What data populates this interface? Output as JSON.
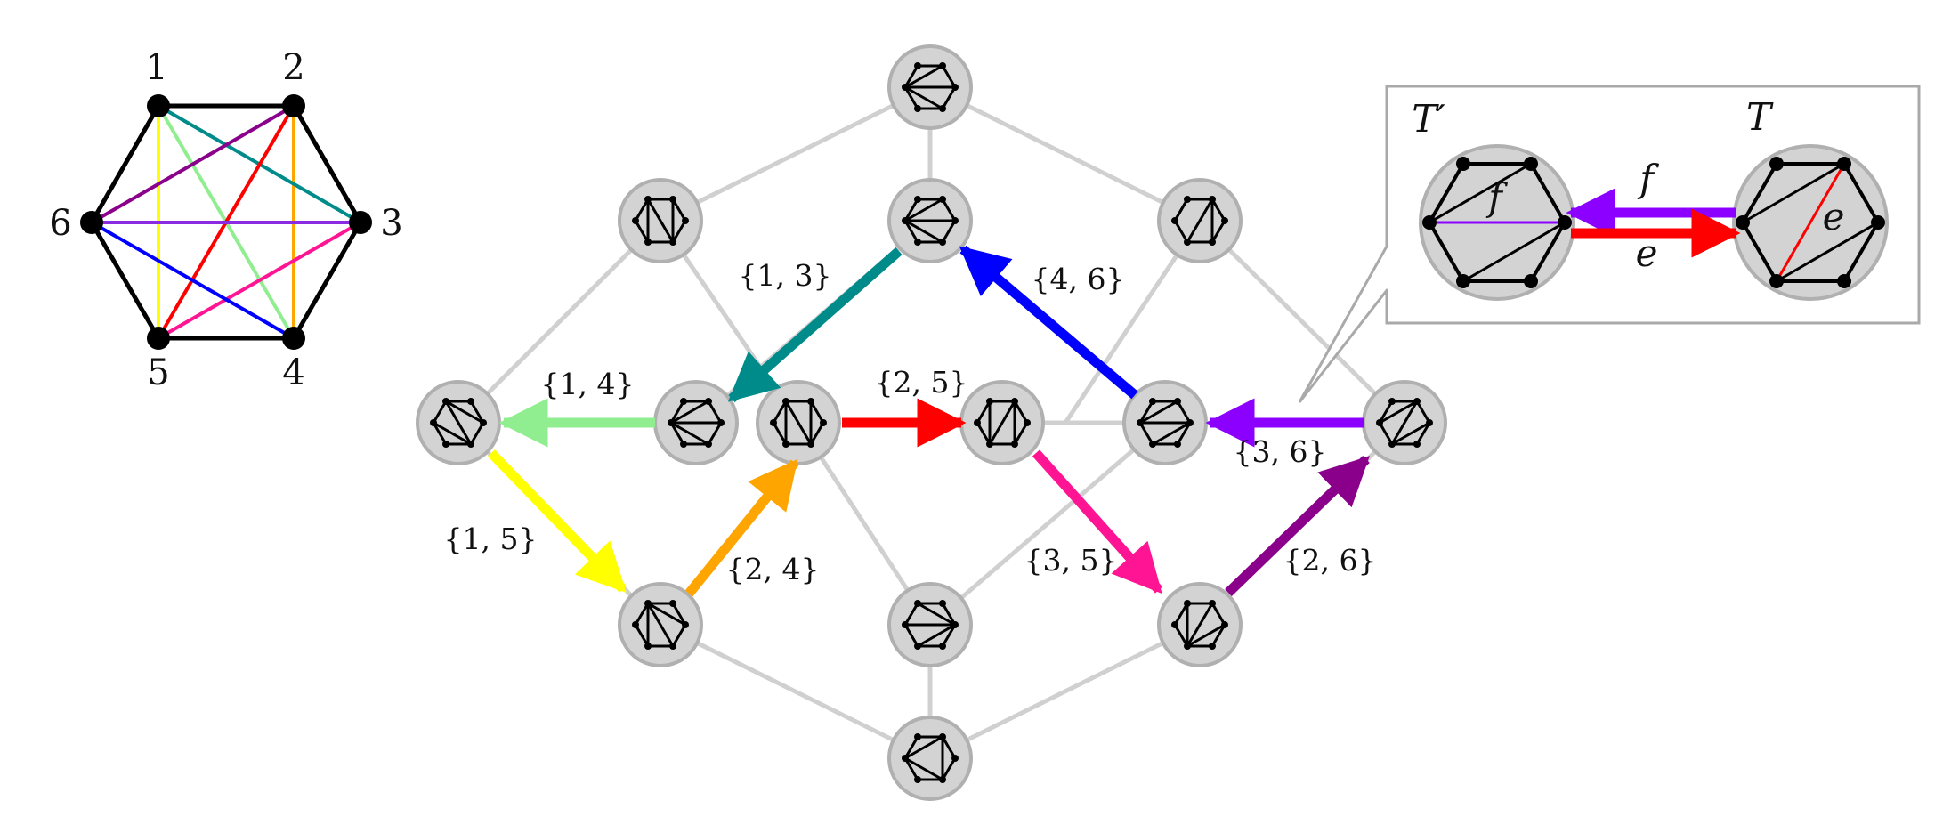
{
  "hexagon": {
    "vertex_labels": [
      "1",
      "2",
      "3",
      "4",
      "5",
      "6"
    ],
    "edge_colors": {
      "1-3": "#008b8b",
      "1-4": "#90ee90",
      "1-5": "#ffff00",
      "2-4": "#ffa500",
      "2-5": "#ff0000",
      "3-5": "#ff1493",
      "4-6": "#0000ff",
      "3-6": "#8a2be2",
      "2-6": "#8b008b"
    }
  },
  "flip_graph": {
    "edge_labels": {
      "e13": "{1, 3}",
      "e46": "{4, 6}",
      "e14": "{1, 4}",
      "e25": "{2, 5}",
      "e36": "{3, 6}",
      "e15": "{1, 5}",
      "e24": "{2, 4}",
      "e35": "{3, 5}",
      "e26": "{2, 6}"
    }
  },
  "inset": {
    "left_label": "T′",
    "right_label": "T",
    "top_arrow_label": "f",
    "bottom_arrow_label": "e",
    "diag_f_label": "f",
    "diag_e_label": "e"
  },
  "colors": {
    "node_fill": "#d3d3d3",
    "node_stroke": "#b0b0b0",
    "graph_edge": "#d0d0d0",
    "box_stroke": "#a9a9a9"
  }
}
